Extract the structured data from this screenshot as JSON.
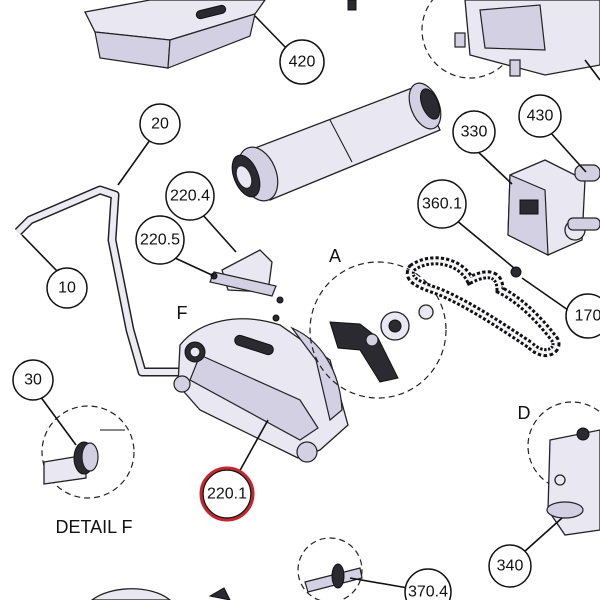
{
  "callouts": {
    "c420": "420",
    "c20": "20",
    "c330": "330",
    "c430": "430",
    "c2204": "220.4",
    "c2205": "220.5",
    "c3601": "360.1",
    "c10": "10",
    "c170": "170",
    "c30": "30",
    "c2201": "220.1",
    "c340": "340",
    "c3704": "370.4"
  },
  "detail_letters": {
    "a": "A",
    "f": "F",
    "d": "D"
  },
  "detail_caption": "DETAIL F",
  "highlight": {
    "target": "220.1",
    "color": "#c4262e"
  }
}
